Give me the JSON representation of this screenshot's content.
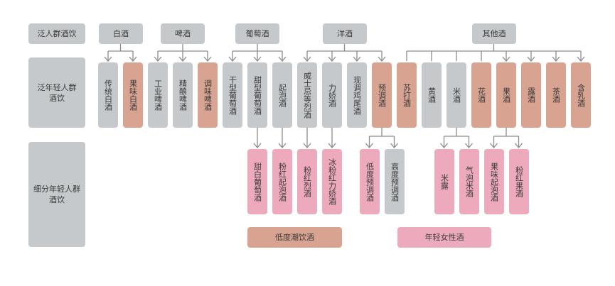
{
  "colors": {
    "gray": "#c5c9cb",
    "salmon": "#d9a391",
    "pink": "#eeaabd",
    "line": "#8c8c8c"
  },
  "row_labels": {
    "general": "泛人群酒饮",
    "young_general": "泛年轻人群酒饮",
    "young_segment": "细分年轻人群酒饮"
  },
  "categories": [
    {
      "label": "白酒",
      "children": [
        {
          "label": "传统白酒",
          "color": "gray",
          "arrow": true,
          "children": []
        },
        {
          "label": "果味白酒",
          "color": "salmon",
          "arrow": true,
          "children": []
        }
      ]
    },
    {
      "label": "啤酒",
      "children": [
        {
          "label": "工业啤酒",
          "color": "gray",
          "arrow": true,
          "children": []
        },
        {
          "label": "精酿啤酒",
          "color": "gray",
          "arrow": true,
          "children": []
        },
        {
          "label": "调味啤酒",
          "color": "salmon",
          "arrow": true,
          "children": []
        }
      ]
    },
    {
      "label": "葡萄酒",
      "children": [
        {
          "label": "干型葡萄酒",
          "color": "gray",
          "arrow": true,
          "children": []
        },
        {
          "label": "甜型葡萄酒",
          "color": "gray",
          "arrow": true,
          "children": [
            {
              "label": "甜白葡萄酒",
              "color": "pink"
            }
          ]
        },
        {
          "label": "起泡酒",
          "color": "gray",
          "arrow": true,
          "children": [
            {
              "label": "粉红起泡酒",
              "color": "pink"
            }
          ]
        }
      ]
    },
    {
      "label": "洋酒",
      "children": [
        {
          "label": "威士忌等烈酒",
          "color": "gray",
          "arrow": true,
          "children": [
            {
              "label": "粉红烈酒",
              "color": "pink"
            }
          ]
        },
        {
          "label": "力娇酒",
          "color": "gray",
          "arrow": true,
          "children": [
            {
              "label": "冰粉红力娇酒",
              "color": "pink"
            }
          ]
        },
        {
          "label": "现调鸡尾酒",
          "color": "gray",
          "arrow": true,
          "children": []
        },
        {
          "label": "预调酒",
          "color": "salmon",
          "arrow": true,
          "children": [
            {
              "label": "低度预调酒",
              "color": "pink"
            },
            {
              "label": "高度预调酒",
              "color": "gray"
            }
          ]
        }
      ]
    },
    {
      "label": "其他酒",
      "children": [
        {
          "label": "苏打酒",
          "color": "salmon",
          "arrow": false,
          "children": []
        },
        {
          "label": "黄酒",
          "color": "gray",
          "arrow": false,
          "children": []
        },
        {
          "label": "米酒",
          "color": "gray",
          "arrow": false,
          "children": [
            {
              "label": "米露",
              "color": "pink"
            },
            {
              "label": "气泡米酒",
              "color": "pink"
            }
          ]
        },
        {
          "label": "花酒",
          "color": "salmon",
          "arrow": false,
          "children": []
        },
        {
          "label": "果酒",
          "color": "salmon",
          "arrow": true,
          "children": [
            {
              "label": "果味起泡酒",
              "color": "pink"
            },
            {
              "label": "粉红果酒",
              "color": "pink"
            }
          ]
        },
        {
          "label": "露酒",
          "color": "salmon",
          "arrow": true,
          "children": []
        },
        {
          "label": "茶酒",
          "color": "salmon",
          "arrow": true,
          "children": []
        },
        {
          "label": "含乳酒",
          "color": "salmon",
          "arrow": true,
          "children": []
        }
      ]
    }
  ],
  "legend": [
    {
      "label": "低度潮饮酒",
      "color": "salmon"
    },
    {
      "label": "年轻女性酒",
      "color": "pink"
    }
  ]
}
